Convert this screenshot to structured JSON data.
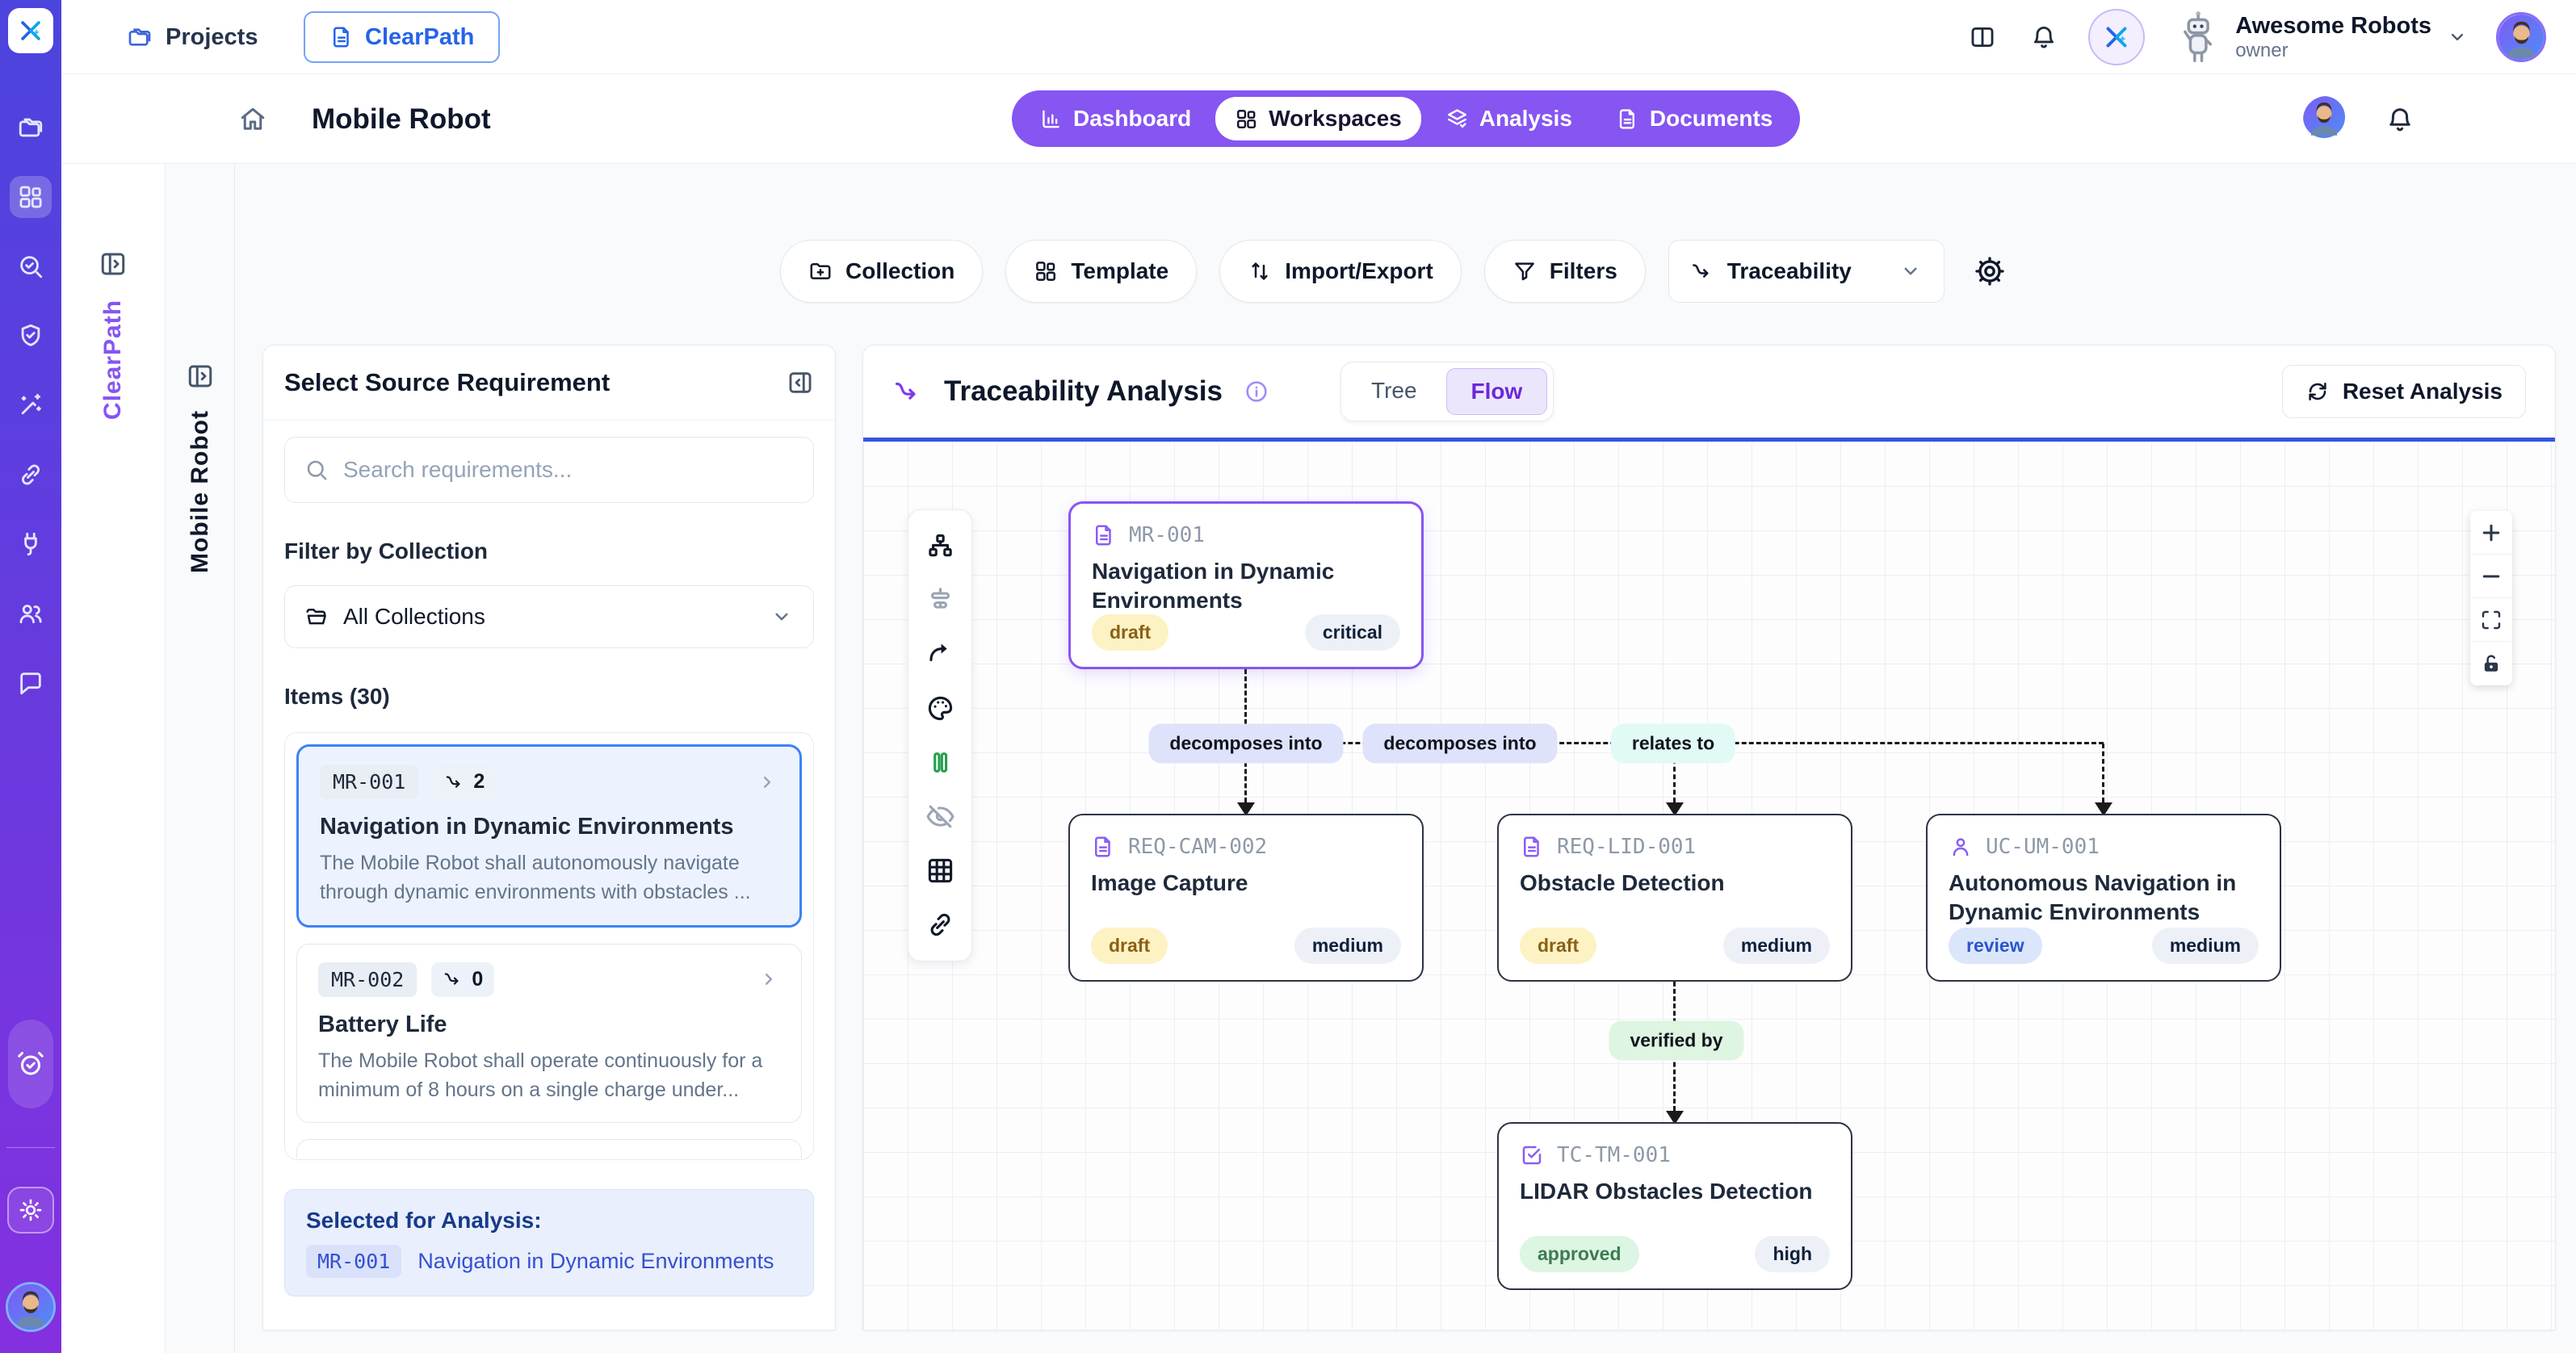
{
  "colors": {
    "accent_purple": "#8655f2",
    "selection_blue": "#3b82f6",
    "analysis_underline": "#3456df",
    "sidebar_gradient_top": "#4b44dd",
    "sidebar_gradient_bottom": "#8430e0",
    "status_draft_bg": "#fdf2c4",
    "status_draft_text": "#8a6116",
    "status_review_bg": "#dbe6fb",
    "status_review_text": "#2c55cc",
    "status_approved_bg": "#ddf5e3",
    "status_approved_text": "#3e7a52",
    "priority_badge_bg": "#edf1f7",
    "priority_badge_text": "#10203a",
    "edge_decomposes_bg": "#dee3fb",
    "edge_relates_bg": "#e1faf5",
    "edge_verified_bg": "#def5e2"
  },
  "sidebar_icons": [
    "app-logo",
    "projects-folders",
    "workspaces-grid",
    "search-check",
    "shield-check",
    "magic-wand",
    "link",
    "plug",
    "team-users",
    "chat",
    "alarm-check",
    "theme-sun",
    "profile-avatar"
  ],
  "topbar": {
    "projects_label": "Projects",
    "app_button": "ClearPath",
    "account_name": "Awesome Robots",
    "account_role": "owner"
  },
  "project_header": {
    "title": "Mobile Robot",
    "active_tab": "Workspaces",
    "tabs": [
      {
        "label": "Dashboard",
        "icon": "bar-chart"
      },
      {
        "label": "Workspaces",
        "icon": "grid"
      },
      {
        "label": "Analysis",
        "icon": "layers-check"
      },
      {
        "label": "Documents",
        "icon": "file-text"
      }
    ]
  },
  "vertical_tabs": {
    "workspace": "ClearPath",
    "project": "Mobile Robot"
  },
  "workspace_toolbar": {
    "collection": "Collection",
    "template": "Template",
    "import_export": "Import/Export",
    "filters": "Filters",
    "view_select": "Traceability"
  },
  "source_panel": {
    "title": "Select Source Requirement",
    "search_placeholder": "Search requirements...",
    "filter_label": "Filter by Collection",
    "collection_select": "All Collections",
    "items_label": "Items (30)",
    "items": [
      {
        "id": "MR-001",
        "link_count": "2",
        "title": "Navigation in Dynamic Environments",
        "description": "The Mobile Robot shall autonomously navigate through dynamic environments with obstacles ...",
        "selected": true
      },
      {
        "id": "MR-002",
        "link_count": "0",
        "title": "Battery Life",
        "description": "The Mobile Robot shall operate continuously for a minimum of 8 hours on a single charge under...",
        "selected": false
      }
    ],
    "selected_for_analysis": {
      "label": "Selected for Analysis:",
      "id": "MR-001",
      "title": "Navigation in Dynamic Environments"
    }
  },
  "analysis_panel": {
    "title": "Traceability Analysis",
    "toggle_tree": "Tree",
    "toggle_flow": "Flow",
    "active_view": "Flow",
    "reset_button": "Reset Analysis"
  },
  "flow": {
    "nodes": [
      {
        "id": "MR-001",
        "title": "Navigation in Dynamic Environments",
        "status": "draft",
        "priority": "critical",
        "icon": "document",
        "selected": true
      },
      {
        "id": "REQ-CAM-002",
        "title": "Image Capture",
        "status": "draft",
        "priority": "medium",
        "icon": "document",
        "selected": false
      },
      {
        "id": "REQ-LID-001",
        "title": "Obstacle Detection",
        "status": "draft",
        "priority": "medium",
        "icon": "document",
        "selected": false
      },
      {
        "id": "UC-UM-001",
        "title": "Autonomous Navigation in Dynamic Environments",
        "status": "review",
        "priority": "medium",
        "icon": "user",
        "selected": false
      },
      {
        "id": "TC-TM-001",
        "title": "LIDAR Obstacles Detection",
        "status": "approved",
        "priority": "high",
        "icon": "check-square",
        "selected": false
      }
    ],
    "edges": [
      {
        "label": "decomposes into"
      },
      {
        "label": "decomposes into"
      },
      {
        "label": "relates to"
      },
      {
        "label": "verified by"
      }
    ],
    "toolbar_icons": [
      "hierarchy-layout",
      "distribute-align",
      "curved-arrow",
      "palette",
      "pause",
      "eye-off",
      "grid-table",
      "link"
    ],
    "zoom_controls": [
      "zoom-in",
      "zoom-out",
      "fit-view",
      "lock"
    ]
  }
}
